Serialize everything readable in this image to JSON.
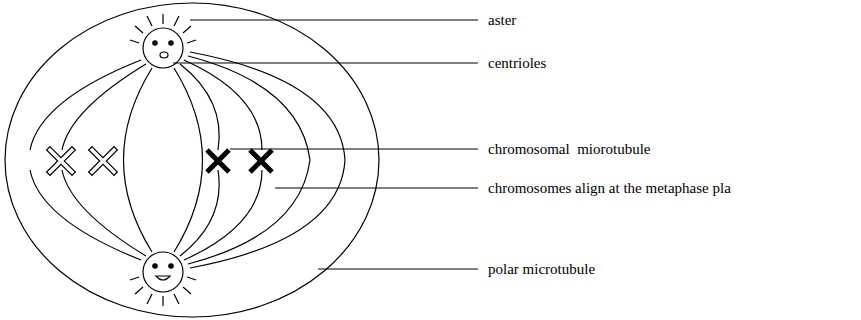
{
  "diagram": {
    "labels": [
      "aster",
      "centrioles",
      "chromosomal  miorotubule",
      "chromosomes align at the metaphase pla",
      "polar microtubule"
    ]
  }
}
